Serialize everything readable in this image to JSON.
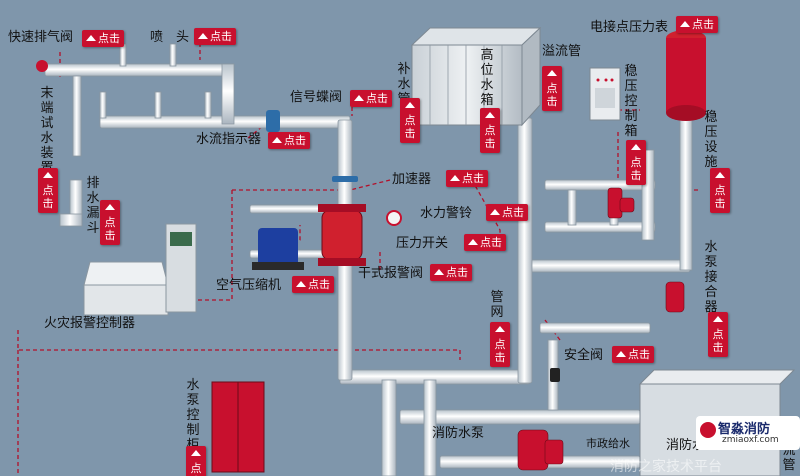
{
  "labels": {
    "quick_vent_valve": "快速排气阀",
    "sprinkler_head": "喷　头",
    "end_test_device": "末端试水装置",
    "drain_funnel": "排水漏斗",
    "signal_butterfly_valve": "信号蝶阀",
    "water_flow_indicator": "水流指示器",
    "accelerator": "加速器",
    "water_gong": "水力警铃",
    "pressure_switch": "压力开关",
    "dry_alarm_valve": "干式报警阀",
    "air_compressor": "空气压缩机",
    "fire_alarm_controller": "火灾报警控制器",
    "makeup_water_pipe": "补水管",
    "high_tank": "高位水箱",
    "overflow_pipe": "溢流管",
    "pressure_gauge": "电接点压力表",
    "stabilizer_box": "稳压控制箱",
    "stabilizer_device": "稳压设施",
    "pump_adapter": "水泵接合器",
    "pipe_network": "管网",
    "safety_valve": "安全阀",
    "fire_pump": "消防水泵",
    "municipal_supply": "市政给水",
    "fire_pool": "消防水池",
    "pump_cabinet": "水泵控制柜",
    "overflow_pipe_2": "溢流管"
  },
  "button_label": "点击",
  "logo": {
    "name": "智淼消防",
    "url": "zmiaoxf.com"
  },
  "watermark": "消防之家技术平台"
}
